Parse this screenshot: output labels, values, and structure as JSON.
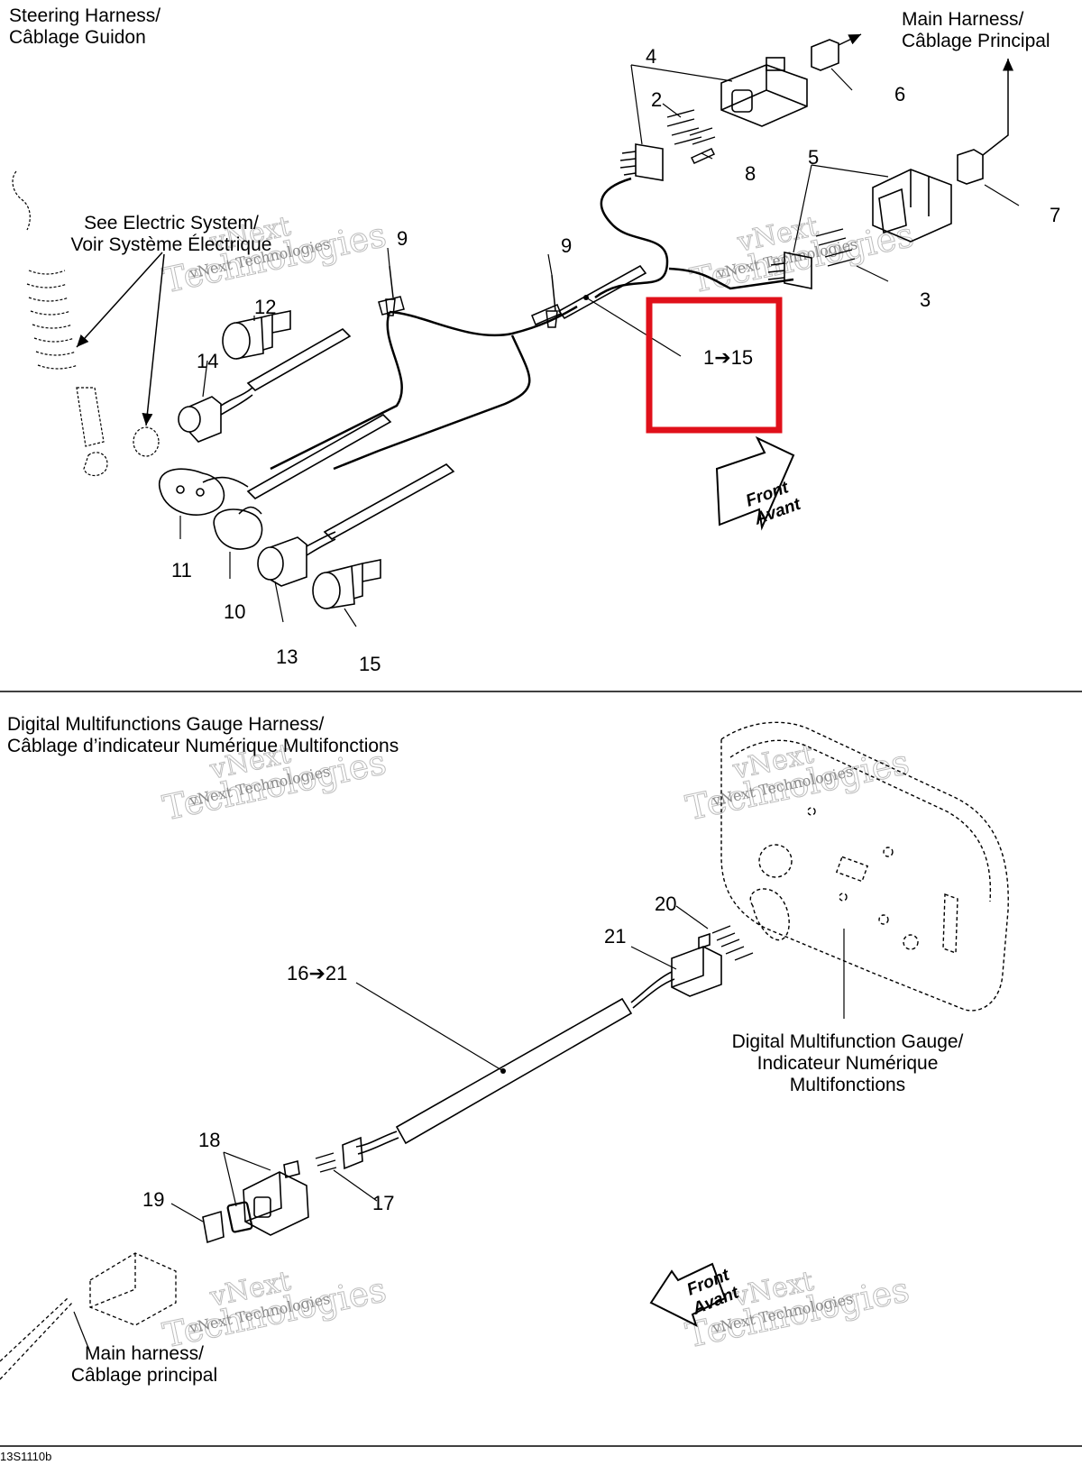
{
  "top_section": {
    "title_line1": "Steering Harness/",
    "title_line2": "Câblage Guidon",
    "main_harness_line1": "Main Harness/",
    "main_harness_line2": "Câblage Principal",
    "electric_line1": "See Electric System/",
    "electric_line2": "Voir Système Électrique",
    "callouts": [
      "1➔15",
      "2",
      "3",
      "4",
      "5",
      "6",
      "7",
      "8",
      "9",
      "9",
      "10",
      "11",
      "12",
      "13",
      "14",
      "15"
    ],
    "front_arrow_line1": "Front",
    "front_arrow_line2": "Avant"
  },
  "bottom_section": {
    "title_line1": "Digital Multifunctions Gauge Harness/",
    "title_line2": "Câblage d’indicateur Numérique Multifonctions",
    "gauge_line1": "Digital Multifunction Gauge/",
    "gauge_line2": "Indicateur Numérique",
    "gauge_line3": "Multifonctions",
    "main_harness_line1": "Main harness/",
    "main_harness_line2": "Câblage principal",
    "callouts": [
      "16➔21",
      "17",
      "18",
      "19",
      "20",
      "21"
    ],
    "front_arrow_line1": "Front",
    "front_arrow_line2": "Avant"
  },
  "watermark": {
    "line1": "vNext",
    "line2": "Technologies"
  },
  "figure_code": "13S1110b",
  "highlight_color": "#e0101a"
}
